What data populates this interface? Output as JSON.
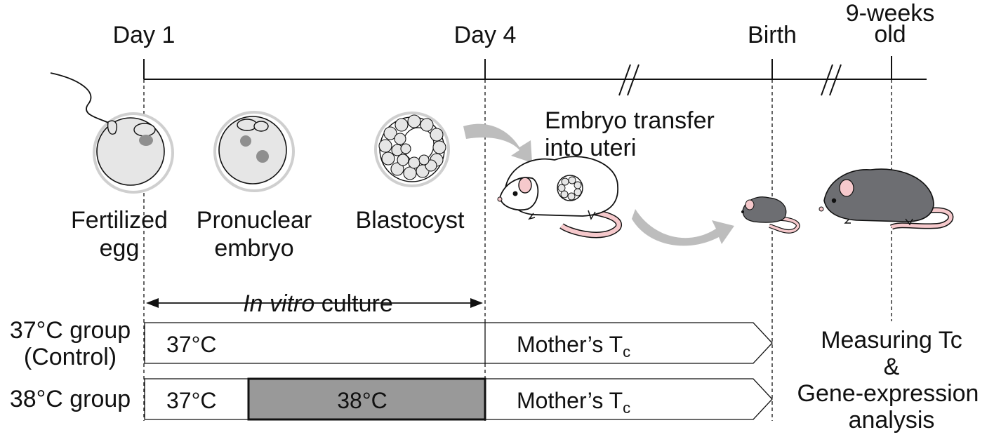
{
  "timeline": {
    "day1": "Day 1",
    "day4": "Day 4",
    "birth": "Birth",
    "nine_weeks_line1": "9-weeks",
    "nine_weeks_line2": "old"
  },
  "stages": {
    "fertilized_line1": "Fertilized",
    "fertilized_line2": "egg",
    "pronuclear_line1": "Pronuclear",
    "pronuclear_line2": "embryo",
    "blastocyst": "Blastocyst",
    "transfer_line1": "Embryo transfer",
    "transfer_line2": "into uteri"
  },
  "culture": {
    "italic": "In vitro",
    "rest": " culture"
  },
  "groups": {
    "control_line1": "37°C group",
    "control_line2": "(Control)",
    "treated": "38°C group",
    "temp37": "37°C",
    "temp38": "38°C",
    "mother_main": "Mother’s T",
    "mother_sub": "c"
  },
  "measure": {
    "line1": "Measuring Tc",
    "line2": "&",
    "line3": "Gene-expression",
    "line4": "analysis"
  },
  "colors": {
    "hot_fill": "#999999",
    "cell_fill": "#e6e6e6",
    "nucleus": "#8f8f8f",
    "arrow_gray": "#bdbdbd",
    "mouse_gray": "#6d6e72",
    "mouse_pink": "#f6c9cc"
  }
}
